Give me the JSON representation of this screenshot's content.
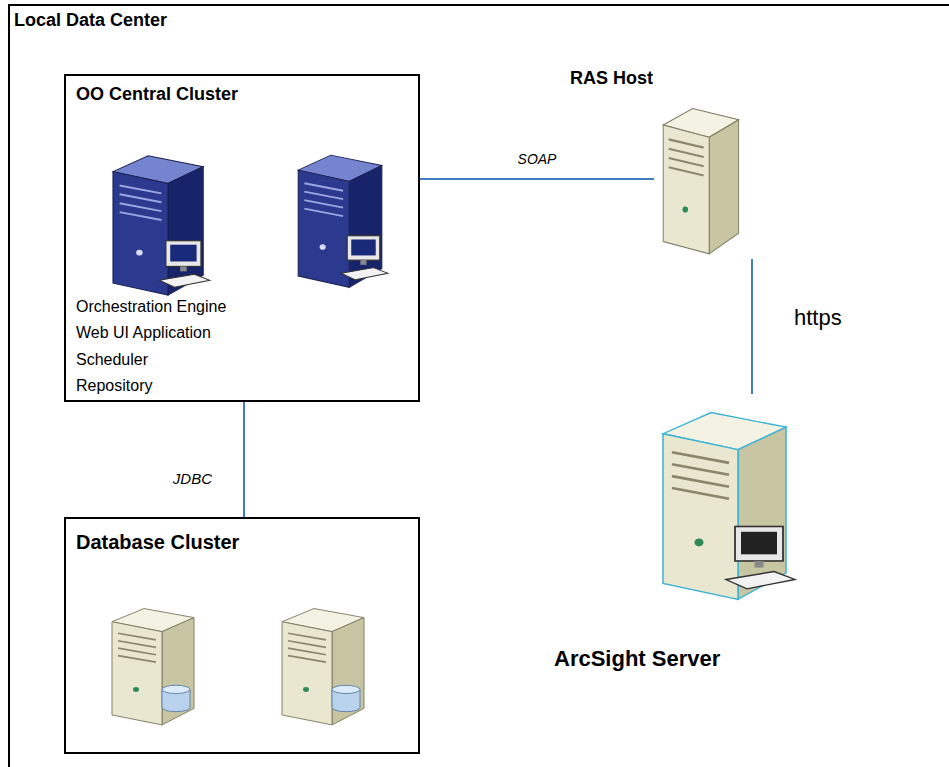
{
  "diagram": {
    "nodes": [
      {
        "text": [
          "Local Data Center"
        ]
      },
      {
        "text": [
          "OO Central Cluster",
          "Orchestration Engine",
          "Web UI Application",
          "Scheduler",
          "Repository"
        ],
        "in": 0
      },
      {
        "text": [
          "Database Cluster"
        ],
        "in": 0
      },
      {
        "text": [
          "RAS Host"
        ],
        "in": 0
      },
      {
        "text": [
          "ArcSight Server"
        ],
        "in": 0
      }
    ],
    "edges": [
      {
        "from": 1,
        "to": 3,
        "label": "SOAP",
        "arrow": "none"
      },
      {
        "from": 1,
        "to": 2,
        "label": "JDBC",
        "arrow": "none"
      },
      {
        "from": 3,
        "to": 4,
        "label": "https",
        "arrow": "none"
      }
    ]
  }
}
